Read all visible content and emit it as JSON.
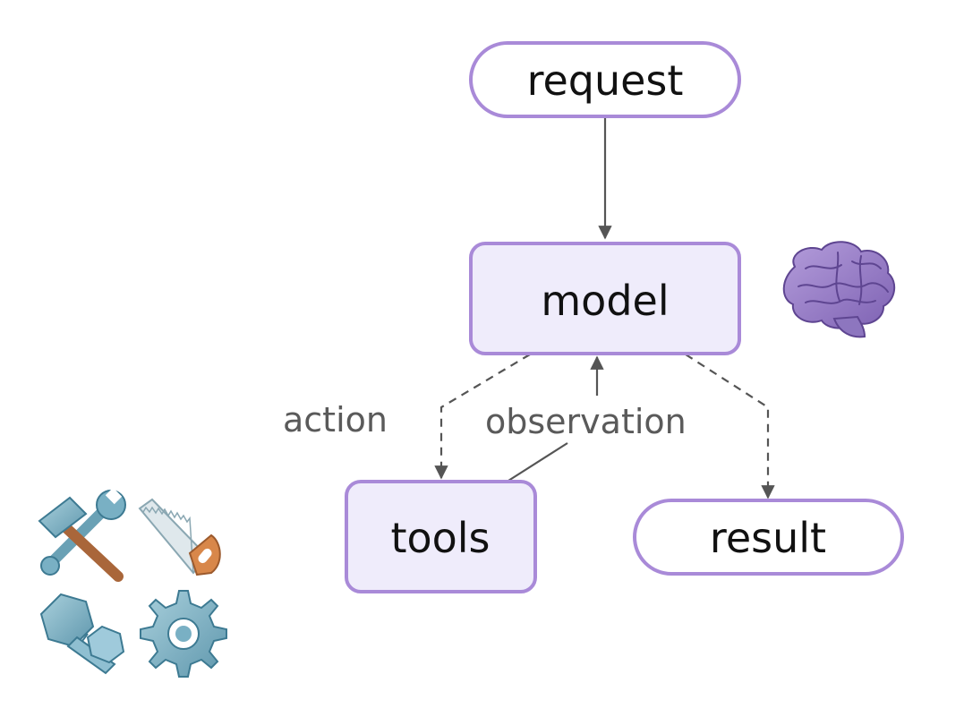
{
  "diagram": {
    "nodes": {
      "request": {
        "label": "request",
        "shape": "stadium"
      },
      "model": {
        "label": "model",
        "shape": "rounded-rect"
      },
      "tools": {
        "label": "tools",
        "shape": "rounded-rect"
      },
      "result": {
        "label": "result",
        "shape": "stadium"
      }
    },
    "edges": {
      "action": {
        "label": "action",
        "style": "dashed"
      },
      "observation": {
        "label": "observation",
        "style": "solid"
      }
    },
    "icons": {
      "brain": "brain-icon",
      "tools_cluster": [
        "hammer-and-wrench-icon",
        "saw-icon",
        "nut-and-bolt-icon",
        "gear-icon"
      ]
    },
    "colors": {
      "node_border": "#a98ad8",
      "node_fill": "#efecfb",
      "stadium_fill": "#ffffff",
      "edge": "#555555",
      "edge_label": "#5a5a5a"
    }
  }
}
